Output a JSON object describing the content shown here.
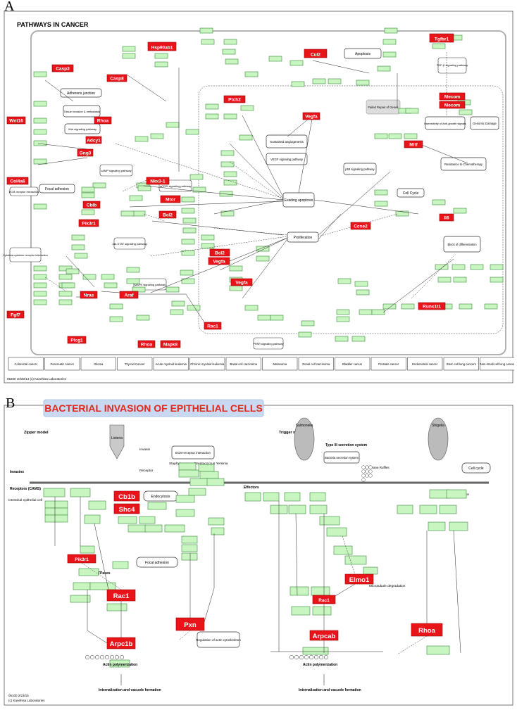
{
  "panelA": {
    "label": "A",
    "title": "PATHWAYS IN CANCER",
    "footer": "05200 10/30/14   (c) Kanehisa Laboratories",
    "red_genes": [
      "Casp3",
      "Casp8",
      "Hsp90ab1",
      "Cul2",
      "Tgfbr1",
      "Wnt16",
      "Ptch2",
      "Vegfa",
      "Mecom",
      "Mecom",
      "Rhoa",
      "Adcy1",
      "Gng3",
      "Col4a6",
      "Nkx3-1",
      "Mtor",
      "Cblb",
      "Pik3r1",
      "Bcl2",
      "Mitf",
      "Il6",
      "Ccne2",
      "Bcl2",
      "Vegfa",
      "Vegfa",
      "Rac1",
      "Fgf7",
      "Nras",
      "Araf",
      "Rhoa",
      "Mapk8",
      "Plcg1",
      "Runx1t1"
    ],
    "processes": [
      "Apoptosis",
      "Adherens junction",
      "Tissue invasion & metastasis",
      "Wnt signaling pathway",
      "Focal adhesion",
      "Sustained angiogenesis",
      "VEGF signaling pathway",
      "Evading apoptosis",
      "Proliferation",
      "p53 signaling pathway",
      "Cell Cycle",
      "Resistance to Chemotherapy",
      "Block of differentiation",
      "Insensitivity of Anti-growth signals",
      "Genomic Damage",
      "TGF-β signaling pathway",
      "Failed Repair of Genes",
      "mTOR signaling pathway",
      "cAMP signaling pathway",
      "MAPK signaling pathway",
      "PPAR signaling pathway",
      "Jak-STAT signaling pathway",
      "Cytokine-cytokine receptor interaction",
      "ECM-receptor interaction"
    ],
    "cancers": [
      "Colorectal cancer",
      "Pancreatic cancer",
      "Glioma",
      "Thyroid Cancer",
      "Acute myeloid leukemia",
      "Chronic myeloid leukemia",
      "Basal cell carcinoma",
      "Melanoma",
      "Renal cell carcinoma",
      "Bladder cancer",
      "Prostate cancer",
      "Endometrial cancer",
      "Stem cell lung cancers",
      "Non-small cell lung cancer"
    ]
  },
  "panelB": {
    "label": "B",
    "title": "BACTERIAL INVASION OF EPITHELIAL CELLS",
    "zipper": "Zipper model",
    "trigger": "Trigger model",
    "listeria": "Listeria",
    "salmonella": "Salmonella",
    "shigella": "Shigella",
    "invasin": "Invasin",
    "receptor": "Receptor",
    "endocytosis": "Endocytosis",
    "focal": "Focal adhesion",
    "ecm": "ECM-receptor interaction",
    "bacteria_names": "Staphylococcus  Streptococcus  Yersinia",
    "cellcycle": "Cell cycle",
    "ttss": "Type III secretion system",
    "secretion": "Bacteria secretion system",
    "ruffles": "Membrane Ruffles",
    "mdeg": "Microtubule degradation",
    "inhib": "Inhibition of cell division",
    "regact": "Regulation of actin cytoskeleton",
    "actpoly": "Actin polymerization",
    "internal": "Internalization and vacuole formation",
    "invasins": "Invasins",
    "receptors": "Receptors (CAMS)",
    "effectors": "Effectors",
    "iec": "Intestinal epithelial cell",
    "rho": "Rho GTPases",
    "footer1": "05100 2/23/15",
    "footer2": "(c) Kanehisa Laboratories",
    "red": {
      "cb1b": "Cb1b",
      "shc4": "Shc4",
      "pik3r1": "Pik3r1",
      "rac1": "Rac1",
      "pxn": "Pxn",
      "arpc1b": "Arpc1b",
      "elmo1": "Elmo1",
      "rac1b": "Rac1",
      "arpcab": "Arpcab",
      "rhoa": "Rhoa"
    }
  },
  "colors": {
    "red": "#e8141a",
    "green": "#c8f5c0",
    "banner": "#c9d9f1",
    "bannerText": "#e0281c"
  }
}
